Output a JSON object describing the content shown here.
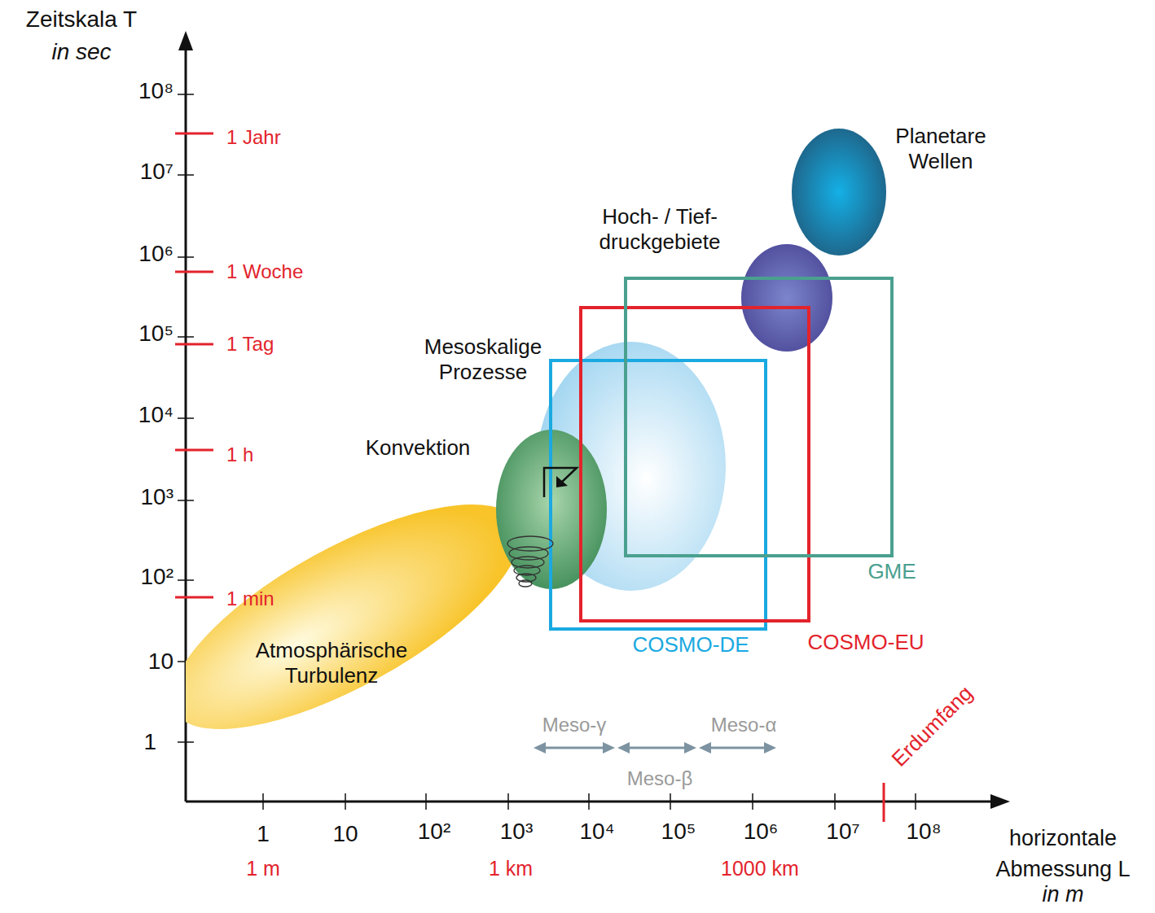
{
  "diagram": {
    "nodes": [
      {
        "text": [
          "Atmosphärische Turbulenz"
        ]
      },
      {
        "text": [
          "Konvektion"
        ]
      },
      {
        "text": [
          "Mesoskalige Prozesse"
        ]
      },
      {
        "text": [
          "Hoch- / Tief- druckgebiete"
        ]
      },
      {
        "text": [
          "Planetare Wellen"
        ]
      },
      {
        "text": [
          "COSMO-DE"
        ]
      },
      {
        "text": [
          "COSMO-EU"
        ]
      },
      {
        "text": [
          "GME"
        ]
      }
    ],
    "labels": [
      "Zeitskala T",
      "in sec",
      "10⁸",
      "10⁷",
      "10⁶",
      "10⁵",
      "10⁴",
      "10³",
      "10²",
      "10",
      "1",
      "1 Jahr",
      "1 Woche",
      "1 Tag",
      "1 h",
      "1 min",
      "1",
      "10",
      "10²",
      "10³",
      "10⁴",
      "10⁵",
      "10⁶",
      "10⁷",
      "10⁸",
      "1 m",
      "1 km",
      "1000 km",
      "horizontale Abmessung L",
      "in m",
      "Meso-γ",
      "Meso-β",
      "Meso-α",
      "Erdumfang"
    ]
  }
}
